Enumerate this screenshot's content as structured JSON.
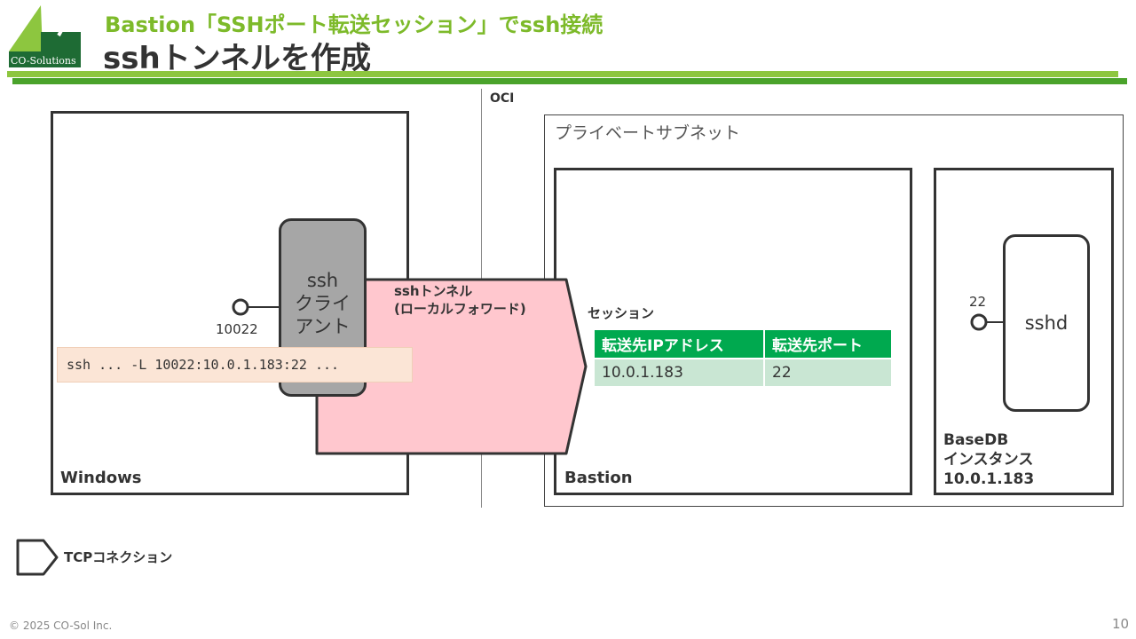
{
  "header": {
    "subtitle": "Bastion「SSHポート転送セッション」でssh接続",
    "title": "sshトンネルを作成",
    "logo_text": "CO-Solutions"
  },
  "diagram": {
    "oci_label": "OCI",
    "subnet_label": "プライベートサブネット",
    "windows_label": "Windows",
    "client_label_lines": [
      "ssh",
      "クライ",
      "アント"
    ],
    "client_port": "10022",
    "command": "ssh ... -L 10022:10.0.1.183:22 ...",
    "tunnel_label_lines": [
      "sshトンネル",
      "(ローカルフォワード)"
    ],
    "bastion_label": "Bastion",
    "session_label": "セッション",
    "session_table": {
      "headers": [
        "転送先IPアドレス",
        "転送先ポート"
      ],
      "rows": [
        [
          "10.0.1.183",
          "22"
        ]
      ]
    },
    "sshd_label": "sshd",
    "sshd_port": "22",
    "db_label_lines": [
      "BaseDB",
      "インスタンス",
      "10.0.1.183"
    ],
    "legend_label": "TCPコネクション"
  },
  "colors": {
    "tunnel_fill": "#ffc7ce",
    "client_fill": "#a6a6a6",
    "table_header": "#00a94f",
    "table_cell": "#c9e6d3",
    "accent_green": "#7dba2a"
  },
  "footer": {
    "copyright": "© 2025 CO-Sol Inc.",
    "page_number": "10"
  }
}
